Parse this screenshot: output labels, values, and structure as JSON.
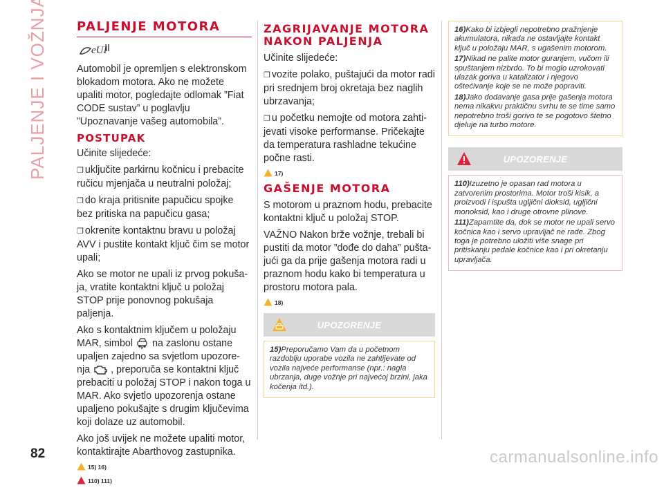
{
  "side_title": "PALJENJE I VOŽNJA",
  "page_number": "82",
  "watermark": "carmanualsonline.info",
  "col1": {
    "title": "PALJENJE MOTORA",
    "intro": "Automobil je opremljen s elektronskom blokadom motora. Ako ne možete upaliti motor, pogledajte odlomak ”Fiat CODE sustav” u poglavlju ”Upoznavanje vašeg automobila”.",
    "subtitle": "POSTUPAK",
    "lead": "Učinite slijedeće:",
    "bullets": [
      "uključite parkirnu kočnicu i prebacite ručicu mjenjača u neutralni položaj;",
      "do kraja pritisnite papučicu spojke bez pritiska na papučicu gasa;",
      "okrenite kontaktnu bravu u položaj AVV i pustite kontakt ključ čim se motor upali;"
    ],
    "p_retry": "Ako se motor ne upali iz prvog pokuša-ja, vratite kontaktni ključ u položaj STOP prije ponovnog pokušaja paljenja.",
    "p_mar_a": "Ako s kontaktnim ključem u položaju MAR, simbol",
    "p_mar_b": "na zaslonu ostane upaljen zajedno sa svjetlom upozore-nja",
    "p_mar_c": ", preporuča se kontaktni ključ prebaciti u položaj STOP i nakon toga u MAR.  Ako svjetlo upozorenja ostane upaljeno pokušajte s drugim ključevima koji dolaze uz automobil.",
    "p_dealer": "Ako još uvijek ne možete upaliti motor, kontaktirajte Abarthovog zastupnika.",
    "ref1": "15) 16)",
    "ref2": "110) 111)"
  },
  "col2": {
    "title_line1": "ZAGRIJAVANJE MOTORA",
    "title_line2": "NAKON PALJENJA",
    "lead": "Učinite slijedeće:",
    "bullets": [
      "vozite polako, puštajući da motor radi pri srednjem broj okretaja bez naglih ubrzavanja;",
      "u početku nemojte od motora zahti-jevati visoke performanse. Pričekajte da temperatura rashladne tekućine počne rasti."
    ],
    "ref1": "17)",
    "subtitle": "GAŠENJE MOTORA",
    "p1": "S motorom u praznom hodu, prebacite kontaktni ključ u položaj STOP.",
    "p2": "VAŽNO Nakon brže vožnje, trebali bi pustiti da motor ”dođe do daha” pušta-jući ga da prije gašenja motora radi u praznom hodu kako bi temperatura u prostoru motora pala.",
    "ref2": "18)",
    "warn_title": "UPOZORENJE",
    "warn_num": "15)",
    "warn_text": "Preporučamo Vam da u početnom razdoblju uporabe vozila ne zahtijevate od vozila najveće performanse (npr.: nagla ubrzanja, duge vožnje pri najvećoj brzini, jaka kočenja itd.)."
  },
  "col3": {
    "notes": [
      {
        "num": "16)",
        "text": "Kako bi izbjegli nepotrebno pražnjenje akumulatora, nikada ne ostavljajte kontakt ključ u položaju MAR, s ugašenim motorom."
      },
      {
        "num": "17)",
        "text": "Nikad ne palite motor guranjem, vučom ili spuštanjem nizbrdo. To bi moglo uzrokovati ulazak goriva u katalizator i njegovo oštećivanje koje se ne može popraviti."
      },
      {
        "num": "18)",
        "text": "Jako dodavanje gasa prije gašenja motora nema nikakvu praktičnu svrhu te se time samo nepotrebno troši gorivo te se pogotovo štetno djeluje na turbo motore."
      }
    ],
    "warn_title": "UPOZORENJE",
    "warns": [
      {
        "num": "110)",
        "text": "Izuzetno je opasan rad motora u zatvorenim prostorima. Motor troši kisik, a proizvodi i ispušta ugljični dioksid, ugljični monoksid, kao i druge otrovne plinove."
      },
      {
        "num": "111)",
        "text": "Zapamtite da, dok se motor ne upali servo kočnica kao i servo upravljač ne rade. Zbog toga je potrebno uložiti više snage pri pritiskanju pedale kočnice kao i pri okretanju upravljača."
      }
    ]
  },
  "colors": {
    "heading_red": "#c8102e",
    "side_title_pink": "#e9a0a6",
    "note_border": "#f2d48a",
    "warning_border": "#f2b8bf",
    "warn_bar": "#d9d9d9"
  }
}
